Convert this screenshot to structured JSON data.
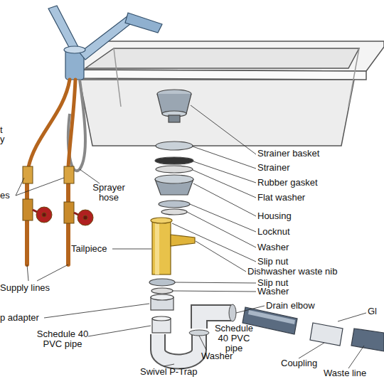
{
  "diagram": {
    "labels": [
      "t",
      "y",
      "Strainer basket",
      "Strainer",
      "Rubber gasket",
      "Sprayer hose",
      "es",
      "Flat washer",
      "Housing",
      "Locknut",
      "Washer",
      "Tailpiece",
      "Slip nut",
      "Dishwasher waste nib",
      "Slip nut",
      "Supply lines",
      "Washer",
      "Drain elbow",
      "Gl",
      "p adapter",
      "Schedule 40 PVC pipe",
      "Schedule 40 PVC pipe",
      "Washer",
      "Coupling",
      "Swivel P-Trap",
      "Waste line"
    ]
  }
}
